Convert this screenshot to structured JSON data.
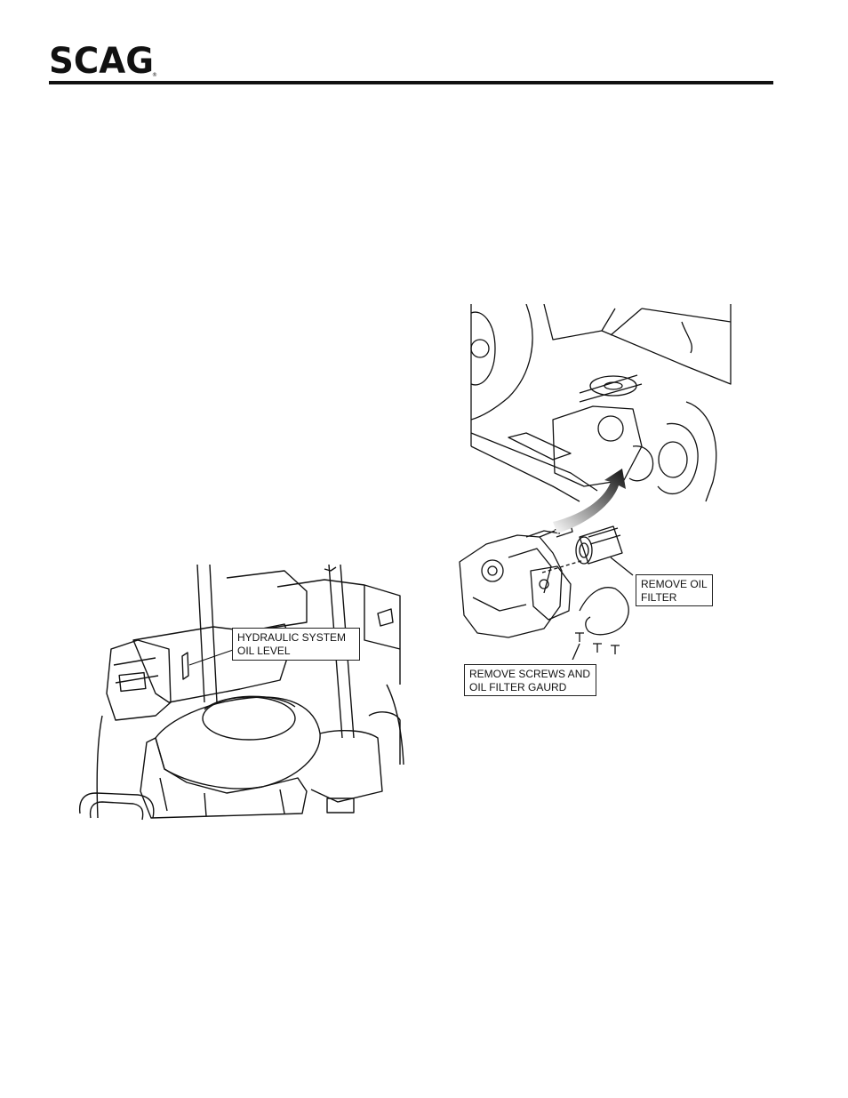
{
  "header": {
    "logo_text": "SCAG"
  },
  "figure_left": {
    "callout": {
      "line1": "HYDRAULIC SYSTEM",
      "line2": "OIL LEVEL"
    }
  },
  "figure_right": {
    "callout_filter": {
      "line1": "REMOVE OIL",
      "line2": "FILTER"
    },
    "callout_screws": {
      "line1": "REMOVE SCREWS AND",
      "line2": "OIL FILTER GAURD"
    }
  }
}
